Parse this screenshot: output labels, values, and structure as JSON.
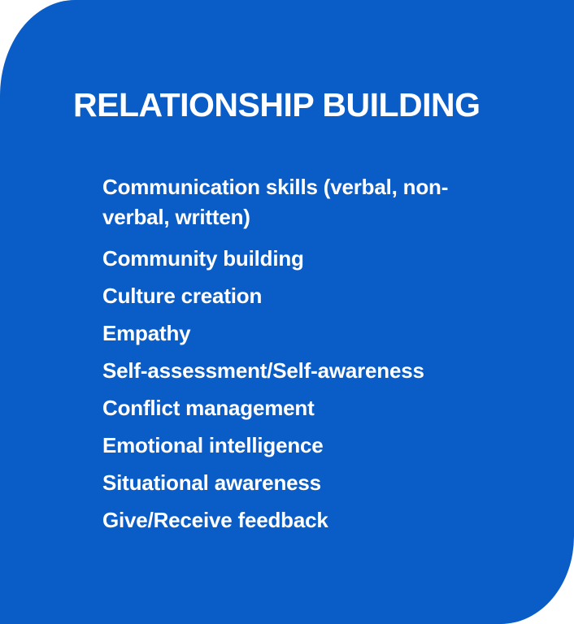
{
  "card": {
    "title": "RELATIONSHIP BUILDING",
    "items": [
      "Communication skills (verbal, non-verbal, written)",
      "Community building",
      "Culture creation",
      "Empathy",
      "Self-assessment/Self-awareness",
      "Conflict management",
      "Emotional intelligence",
      "Situational awareness",
      "Give/Receive feedback"
    ],
    "colors": {
      "background": "#0a5cc6",
      "text": "#ffffff"
    }
  }
}
